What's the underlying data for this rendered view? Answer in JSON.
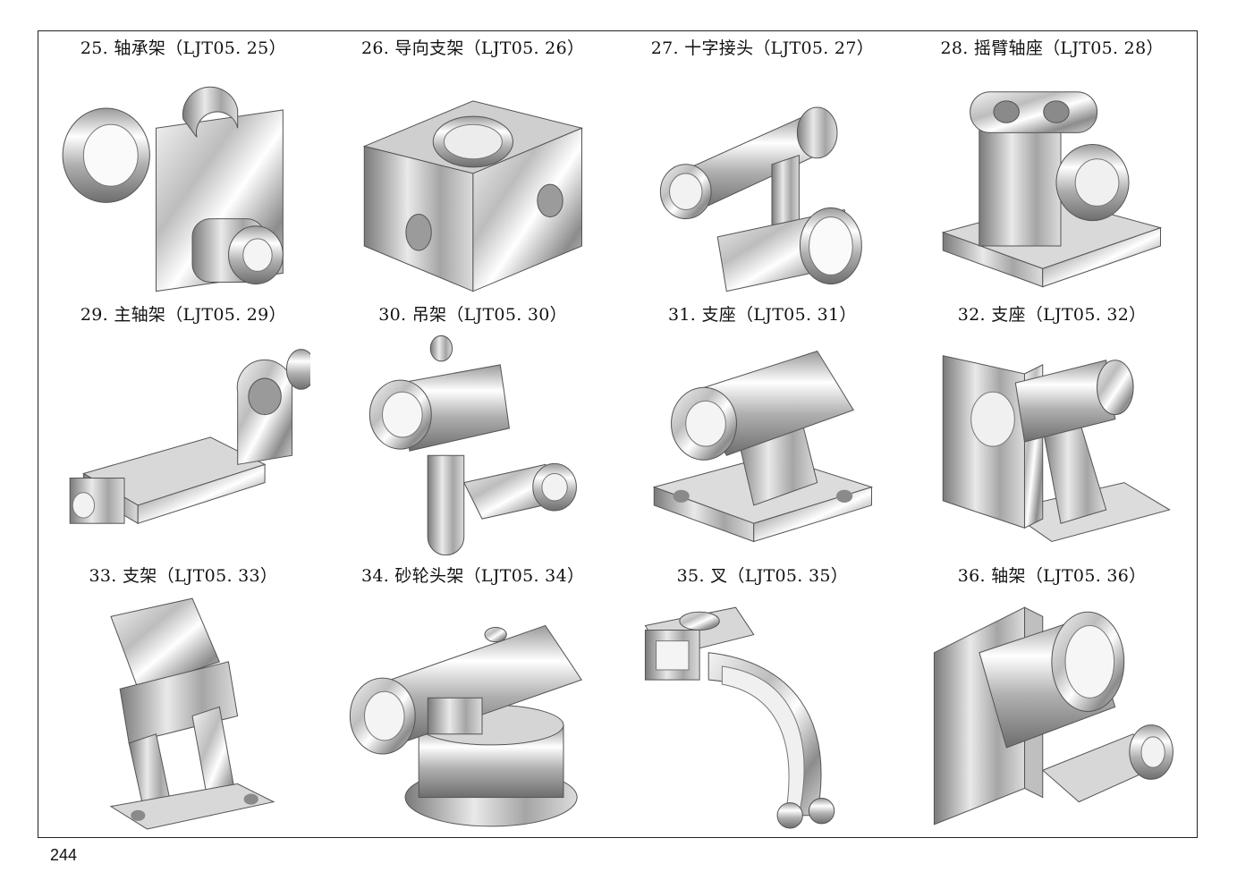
{
  "page_number": "244",
  "items": [
    {
      "caption": "25. 轴承架（LJT05. 25）",
      "icon": "bearing-bracket-part"
    },
    {
      "caption": "26. 导向支架（LJT05. 26）",
      "icon": "guide-bracket-part"
    },
    {
      "caption": "27. 十字接头（LJT05. 27）",
      "icon": "cross-joint-part"
    },
    {
      "caption": "28. 摇臂轴座（LJT05. 28）",
      "icon": "rocker-shaft-seat-part"
    },
    {
      "caption": "29. 主轴架（LJT05. 29）",
      "icon": "spindle-frame-part"
    },
    {
      "caption": "30. 吊架（LJT05. 30）",
      "icon": "hanger-part"
    },
    {
      "caption": "31. 支座（LJT05. 31）",
      "icon": "support-seat-part"
    },
    {
      "caption": "32. 支座（LJT05. 32）",
      "icon": "support-seat-part"
    },
    {
      "caption": "33. 支架（LJT05. 33）",
      "icon": "bracket-part"
    },
    {
      "caption": "34. 砂轮头架（LJT05. 34）",
      "icon": "wheel-head-frame-part"
    },
    {
      "caption": "35. 叉（LJT05. 35）",
      "icon": "fork-part"
    },
    {
      "caption": "36. 轴架（LJT05. 36）",
      "icon": "shaft-frame-part"
    }
  ]
}
